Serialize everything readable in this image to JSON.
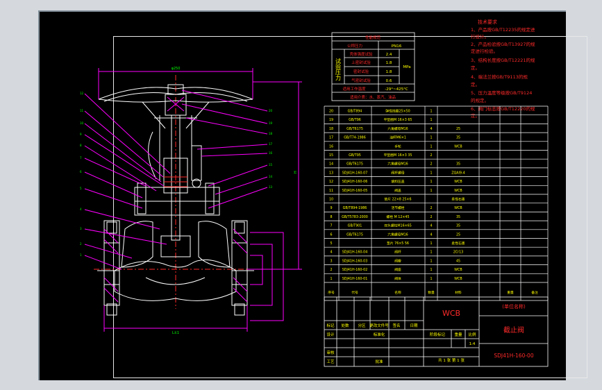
{
  "colors": {
    "bg": "#000000",
    "page": "#d5d9de",
    "white": "#ffffff",
    "yellow": "#ffff00",
    "red": "#ff2a2a",
    "magenta": "#ff00ff",
    "cyan": "#00ffff",
    "green": "#00ff00",
    "blue": "#3aa0ff"
  },
  "tech_req": {
    "title": "技术要求",
    "lines": [
      "1、产品按GB/T12235的规定进",
      "行设计。",
      "2、产品检验按GB/T13927的规",
      "定进行检验。",
      "3、结构长度按GB/T12221的规",
      "定。",
      "4、端法兰按GB/T9113的规",
      "定。",
      "5、压力温度等级按GB/T9124",
      "的规定。",
      "6、阀门标志按GB/T12220的规",
      "定。"
    ]
  },
  "perf_table": {
    "title": "性能规范",
    "rated_label": "公称压力",
    "rated_value": "PN16",
    "test_group": "试验压力",
    "rows": [
      {
        "label": "壳体强度试验",
        "value": "2.4"
      },
      {
        "label": "上密封试验",
        "value": "1.8"
      },
      {
        "label": "密封试验",
        "value": "1.8"
      },
      {
        "label": "气密封试验",
        "value": "0.6"
      }
    ],
    "unit": "MPa",
    "temp_label": "适用工作温度",
    "temp_value": "-29°~425°C",
    "medium": "适用介质：水、蒸汽、油品"
  },
  "bom": {
    "rows": [
      {
        "no": "20",
        "code": "GB/T894",
        "name": "弹性挡圈25×50",
        "qty": "1",
        "mat": ""
      },
      {
        "no": "19",
        "code": "GB/T96",
        "name": "平垫圈M 16×3 65",
        "qty": "1",
        "mat": ""
      },
      {
        "no": "18",
        "code": "GB/T6175",
        "name": "六角螺母M16",
        "qty": "4",
        "mat": "25"
      },
      {
        "no": "17",
        "code": "GB/T74-1986",
        "name": "油杯M6×1",
        "qty": "1",
        "mat": "35"
      },
      {
        "no": "16",
        "code": "",
        "name": "手轮",
        "qty": "1",
        "mat": "WCB"
      },
      {
        "no": "15",
        "code": "GB/T95",
        "name": "平垫圈M 16×3 35",
        "qty": "2",
        "mat": ""
      },
      {
        "no": "14",
        "code": "GB/T6175",
        "name": "六角螺母M16",
        "qty": "2",
        "mat": "35"
      },
      {
        "no": "13",
        "code": "SDJ41H-160-07",
        "name": "阀杆螺母",
        "qty": "1",
        "mat": "ZQAl9-4"
      },
      {
        "no": "12",
        "code": "SDJ41H-160-06",
        "name": "填料压盖",
        "qty": "1",
        "mat": "WCB"
      },
      {
        "no": "11",
        "code": "SDJ41H-160-05",
        "name": "阀盖",
        "qty": "1",
        "mat": "WCB"
      },
      {
        "no": "10",
        "code": "",
        "name": "垫片 22×8 25×6",
        "qty": "",
        "mat": "柔性石墨"
      },
      {
        "no": "9",
        "code": "GB/T894-1986",
        "name": "活节螺栓",
        "qty": "2",
        "mat": "WCB"
      },
      {
        "no": "8",
        "code": "GB/T5783-2000",
        "name": "螺栓 M 12×45",
        "qty": "2",
        "mat": "35"
      },
      {
        "no": "7",
        "code": "GB/T901",
        "name": "双头螺柱M16×65",
        "qty": "4",
        "mat": "35"
      },
      {
        "no": "6",
        "code": "GB/T6175",
        "name": "六角螺母M16",
        "qty": "4",
        "mat": "25"
      },
      {
        "no": "5",
        "code": "",
        "name": "垫片 76×5 56",
        "qty": "1",
        "mat": "柔性石墨"
      },
      {
        "no": "4",
        "code": "SDJ41H-160-04",
        "name": "阀杆",
        "qty": "1",
        "mat": "2Cr13"
      },
      {
        "no": "3",
        "code": "SDJ41H-160-03",
        "name": "阀瓣",
        "qty": "1",
        "mat": "45"
      },
      {
        "no": "2",
        "code": "SDJ41H-160-02",
        "name": "阀座",
        "qty": "1",
        "mat": "WCB"
      },
      {
        "no": "1",
        "code": "SDJ41H-160-01",
        "name": "阀体",
        "qty": "1",
        "mat": "WCB"
      }
    ],
    "header": {
      "no": "序号",
      "code": "代号",
      "name": "名称",
      "qty": "数量",
      "mat": "材料",
      "weight": "重量",
      "remark": "备注"
    }
  },
  "title_block": {
    "material": "WCB",
    "org": "(单位名称)",
    "drawing_name": "截止阀",
    "drawing_no": "SDJ41H-160-00",
    "labels": [
      "标记",
      "处数",
      "分区",
      "更改文件号",
      "签名",
      "日期"
    ],
    "labels2": [
      "设计",
      "标准化",
      "审核",
      "工艺",
      "批准"
    ],
    "stage": "阶段标记",
    "weight": "重量",
    "scale": "比例",
    "scale_value": "1:4",
    "sheets": "共 1 张  第 1 张"
  },
  "dims": {
    "width_top": "φ250",
    "height_total": "H",
    "flange": "L±1"
  },
  "balloons_left": [
    "1",
    "2",
    "3",
    "4",
    "5",
    "6",
    "7",
    "8",
    "9",
    "10",
    "11",
    "12"
  ],
  "balloons_right": [
    "20",
    "19",
    "18",
    "17",
    "16",
    "15",
    "14",
    "13"
  ]
}
